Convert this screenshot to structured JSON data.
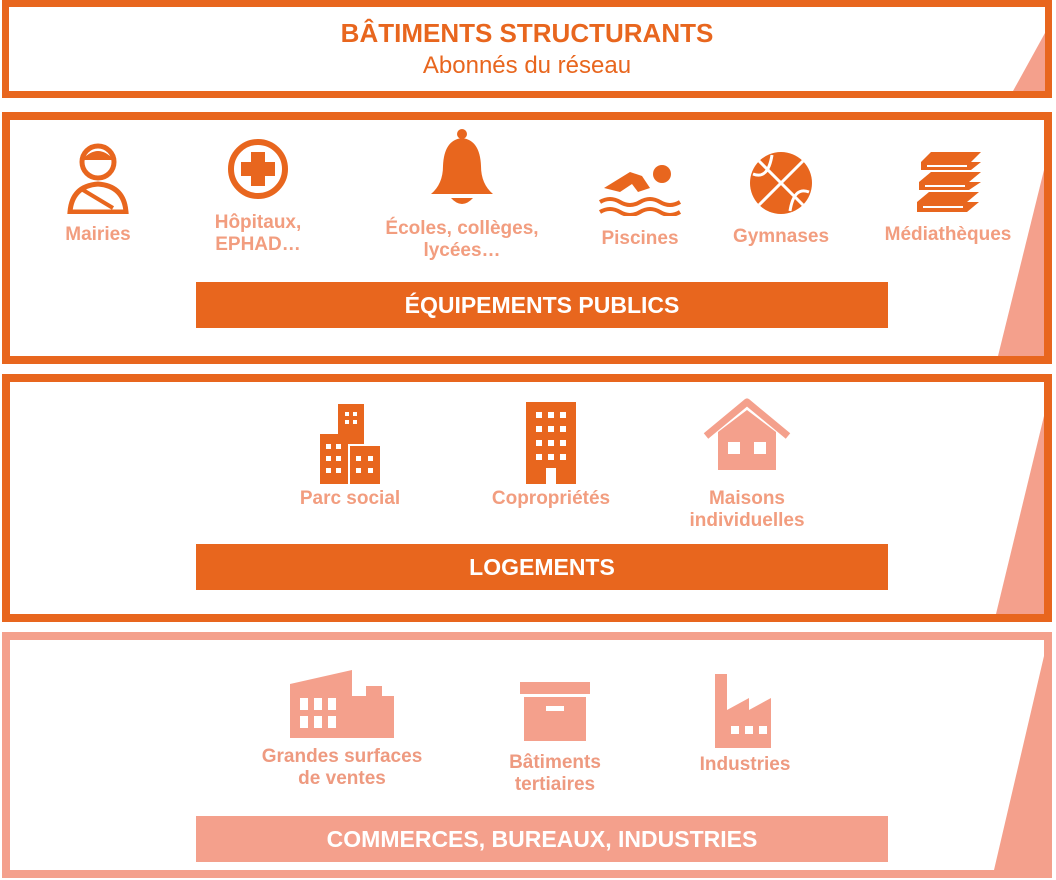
{
  "colors": {
    "primary": "#e8661e",
    "light": "#f4a08c",
    "label_primary": "#f29d7f",
    "label_light": "#ee9a80"
  },
  "header": {
    "title": "BÂTIMENTS STRUCTURANTS",
    "subtitle": "Abonnés du réseau"
  },
  "publics": {
    "band": "ÉQUIPEMENTS PUBLICS",
    "items": [
      {
        "icon": "person-icon",
        "label": "Mairies"
      },
      {
        "icon": "medical-cross-icon",
        "label": "Hôpitaux,\nEPHAD…"
      },
      {
        "icon": "bell-icon",
        "label": "Écoles, collèges,\nlycées…"
      },
      {
        "icon": "swimmer-icon",
        "label": "Piscines"
      },
      {
        "icon": "basketball-icon",
        "label": "Gymnases"
      },
      {
        "icon": "books-icon",
        "label": "Médiathèques"
      }
    ]
  },
  "logements": {
    "band": "LOGEMENTS",
    "items": [
      {
        "icon": "buildings-icon",
        "label": "Parc social"
      },
      {
        "icon": "tower-icon",
        "label": "Copropriétés"
      },
      {
        "icon": "house-icon",
        "label": "Maisons\nindividuelles"
      }
    ]
  },
  "commerces": {
    "band": "COMMERCES, BUREAUX, INDUSTRIES",
    "items": [
      {
        "icon": "mall-icon",
        "label": "Grandes surfaces\nde ventes"
      },
      {
        "icon": "archive-box-icon",
        "label": "Bâtiments\ntertiaires"
      },
      {
        "icon": "factory-icon",
        "label": "Industries"
      }
    ]
  }
}
